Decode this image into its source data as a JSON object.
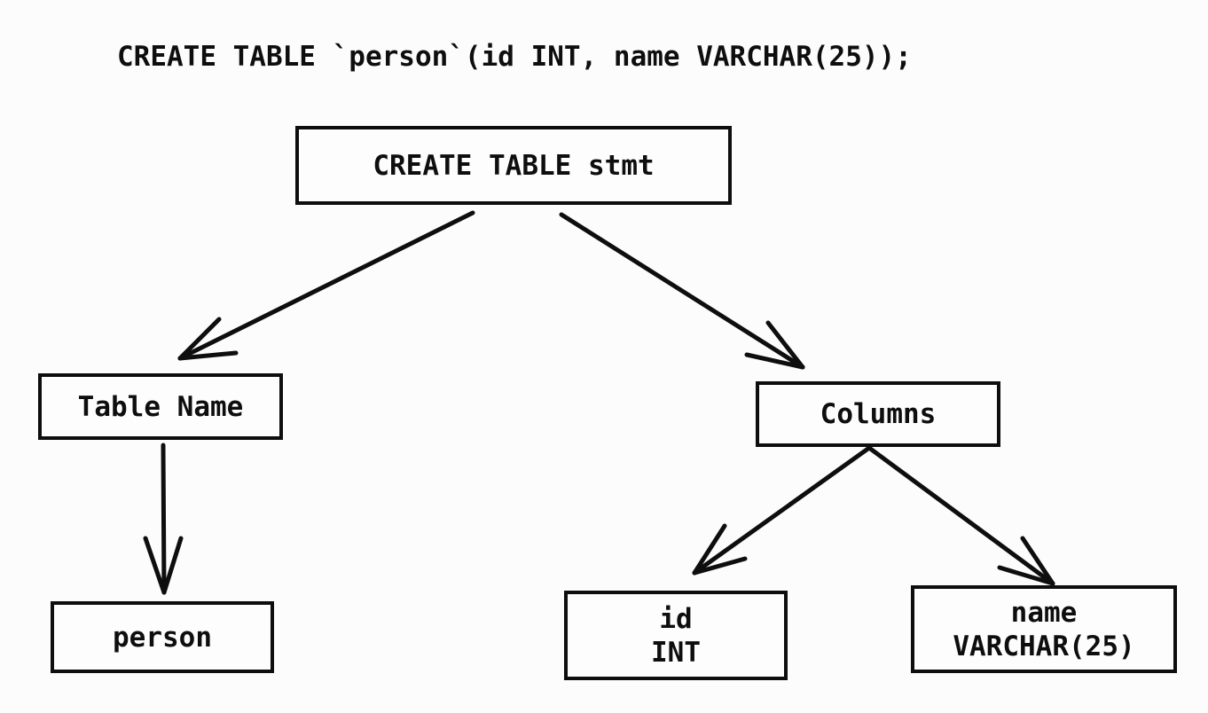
{
  "diagram": {
    "sql_statement": "CREATE TABLE `person`(id INT, name VARCHAR(25));",
    "nodes": {
      "stmt": {
        "label": "CREATE TABLE stmt"
      },
      "table_name": {
        "label": "Table Name"
      },
      "columns": {
        "label": "Columns"
      },
      "person": {
        "label": "person"
      },
      "id_column": {
        "name": "id",
        "type": "INT"
      },
      "name_column": {
        "name": "name",
        "type": "VARCHAR(25)"
      }
    },
    "edges": [
      {
        "from": "CREATE TABLE stmt",
        "to": "Table Name"
      },
      {
        "from": "CREATE TABLE stmt",
        "to": "Columns"
      },
      {
        "from": "Table Name",
        "to": "person"
      },
      {
        "from": "Columns",
        "to": "id INT"
      },
      {
        "from": "Columns",
        "to": "name VARCHAR(25)"
      }
    ],
    "colors": {
      "ink": "#0e0e0e",
      "background": "#fcfcfc",
      "node_fill": "#fdfdfd"
    }
  }
}
